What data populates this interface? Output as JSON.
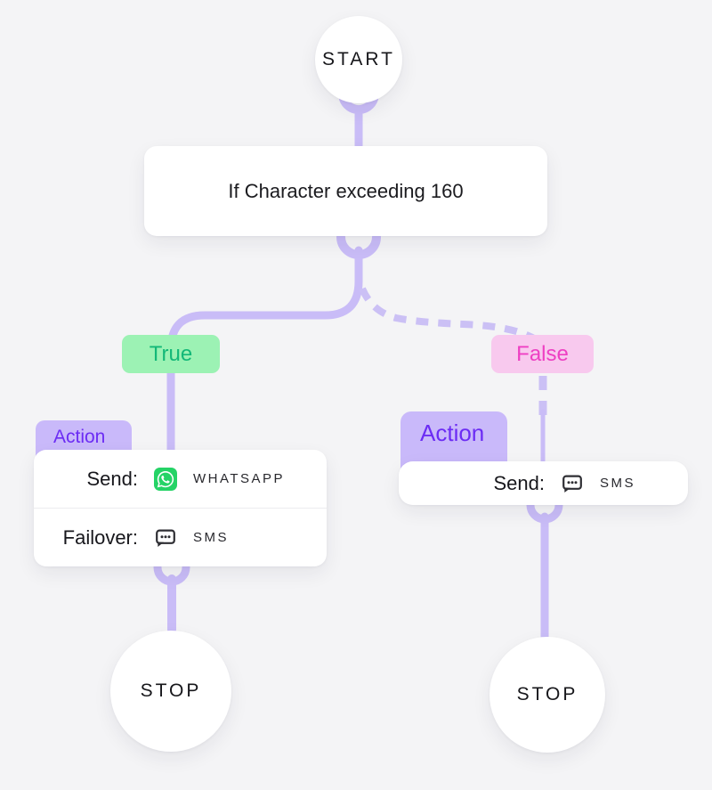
{
  "diagram": {
    "type": "message-routing-flow",
    "start_node": {
      "label": "START"
    },
    "condition_node": {
      "label": "If Character exceeding 160"
    },
    "branches": {
      "true": {
        "label": "True",
        "bg": "#9cf2b4",
        "text_color": "#13b878",
        "connector_style": "solid"
      },
      "false": {
        "label": "False",
        "bg": "#f8c9ee",
        "text_color": "#ee3fc3",
        "connector_style": "dashed"
      }
    },
    "true_action": {
      "tag": "Action",
      "rows": [
        {
          "label": "Send:",
          "icon": "whatsapp-icon",
          "value": "WHATSAPP"
        },
        {
          "label": "Failover:",
          "icon": "sms-icon",
          "value": "SMS"
        }
      ]
    },
    "false_action": {
      "tag": "Action",
      "rows": [
        {
          "label": "Send:",
          "icon": "sms-icon",
          "value": "SMS"
        }
      ]
    },
    "stop_left": {
      "label": "STOP"
    },
    "stop_right": {
      "label": "STOP"
    }
  },
  "colors": {
    "background": "#f4f4f6",
    "connector": "#c9bcf7",
    "connector_dashed": "#cbc0f5",
    "card_bg": "#ffffff",
    "action_tab_bg": "#c9b9fa",
    "action_tab_text": "#6c2cf4",
    "whatsapp_green": "#25d366",
    "sms_icon": "#2e2e33",
    "text_dark": "#17171c"
  }
}
